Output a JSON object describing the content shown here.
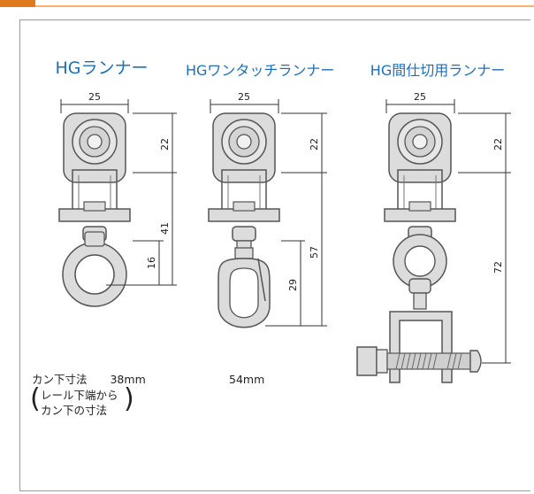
{
  "runners": [
    {
      "title": "HGランナー",
      "width": "25",
      "top": "22",
      "total": "41",
      "ring": "16"
    },
    {
      "title": "HGワンタッチランナー",
      "width": "25",
      "top": "22",
      "total": "57",
      "hook": "29"
    },
    {
      "title": "HG間仕切用ランナー",
      "width": "25",
      "top": "22",
      "total": "72"
    }
  ],
  "notes": {
    "label": "カン下寸法",
    "runner1_value": "38mm",
    "paren_line1": "レール下端から",
    "paren_line2": "カン下の寸法",
    "runner2_value": "54mm"
  },
  "colors": {
    "accent_tab": "#e07a1f",
    "title_blue": "#1f6fb5",
    "part_fill": "#dcdcdc",
    "part_stroke": "#555555"
  }
}
